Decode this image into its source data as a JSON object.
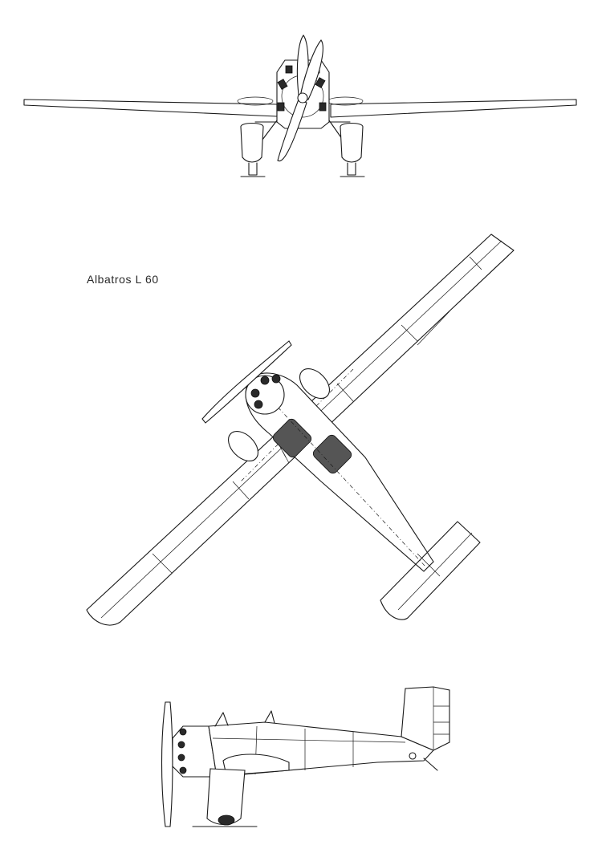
{
  "drawing": {
    "caption": "Albatros L 60",
    "views": [
      {
        "name": "front-view"
      },
      {
        "name": "plan-view"
      },
      {
        "name": "side-view"
      }
    ],
    "ink_color": "#1a1a1a",
    "paper_color": "#ffffff"
  }
}
